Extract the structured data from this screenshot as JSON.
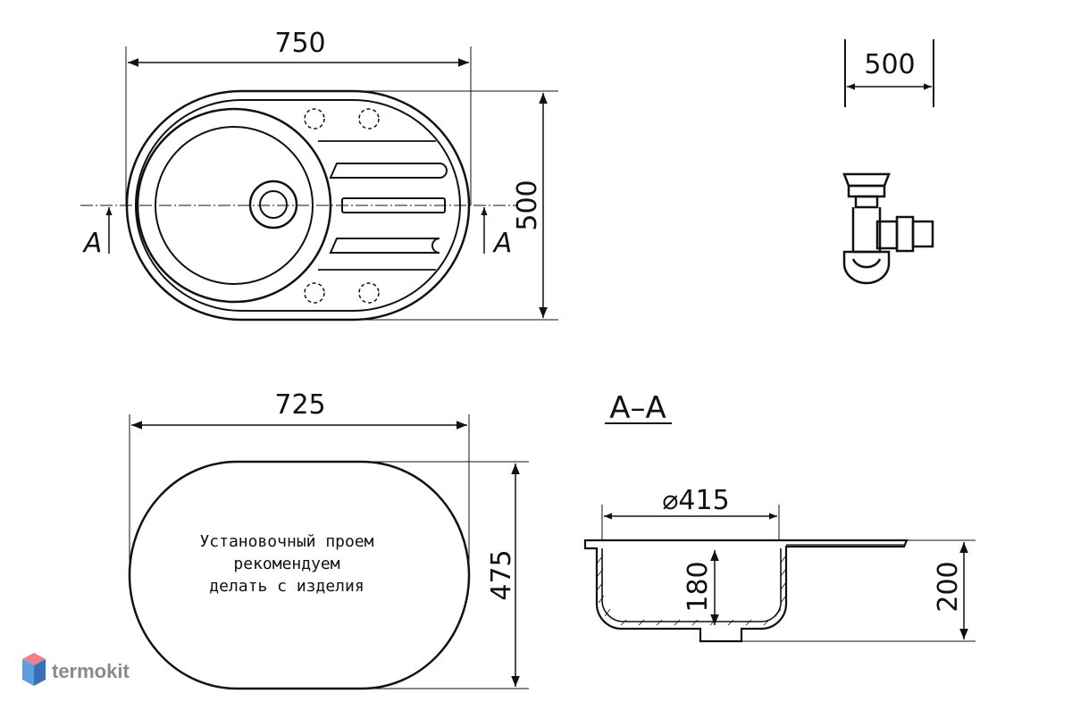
{
  "top_view": {
    "width_label": "750",
    "height_label": "500",
    "section_mark_left": "A",
    "section_mark_right": "A"
  },
  "depth_view": {
    "width_label": "500"
  },
  "cutout_view": {
    "width_label": "725",
    "height_label": "475",
    "note_lines": [
      "Установочный проем",
      "рекомендуем",
      "делать с изделия"
    ]
  },
  "section_view": {
    "title": "A–A",
    "diameter_label": "⌀415",
    "bowl_depth_label": "180",
    "total_depth_label": "200"
  },
  "brand": {
    "name": "termokit",
    "colors": {
      "top": "#f07f8a",
      "left": "#5aa0e0",
      "right": "#3b6fb8"
    }
  }
}
